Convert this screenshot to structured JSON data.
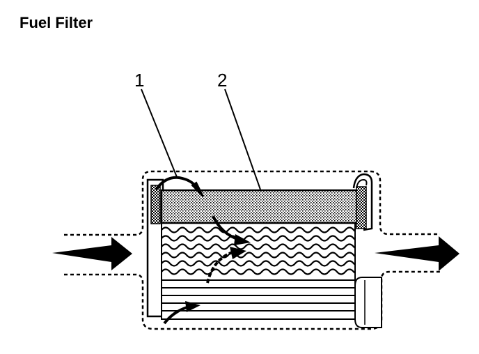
{
  "title": "Fuel Filter",
  "callouts": [
    {
      "label": "1"
    },
    {
      "label": "2"
    }
  ],
  "colors": {
    "ink": "#000000",
    "background": "#ffffff",
    "media_stipple": "#7a7a7a"
  }
}
